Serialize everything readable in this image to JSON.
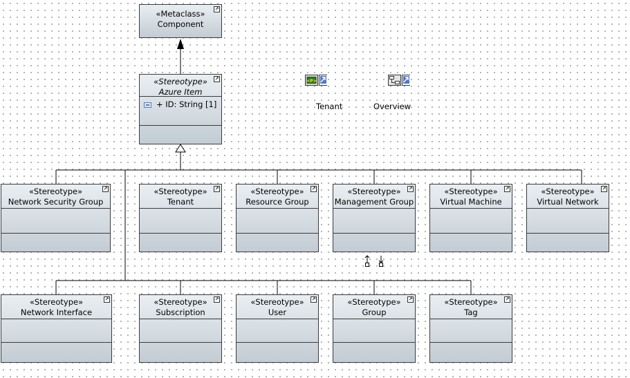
{
  "stereotype_label": "«Stereotype»",
  "metaclass": {
    "stereotype": "«Metaclass»",
    "name": "Component"
  },
  "base": {
    "name": "Azure Item",
    "attribute": "+ ID: String [1]"
  },
  "row1": [
    "Network Security Group",
    "Tenant",
    "Resource Group",
    "Management Group",
    "Virtual Machine",
    "Virtual Network"
  ],
  "row2": [
    "Network Interface",
    "Subscription",
    "User",
    "Group",
    "Tag"
  ],
  "references": {
    "tenant": "Tenant",
    "overview": "Overview"
  },
  "colors": {
    "box_top": "#e9eef2",
    "box_bottom": "#c3ccd3",
    "border": "#3a3a3a",
    "grid_dot": "#9a9a9a"
  }
}
